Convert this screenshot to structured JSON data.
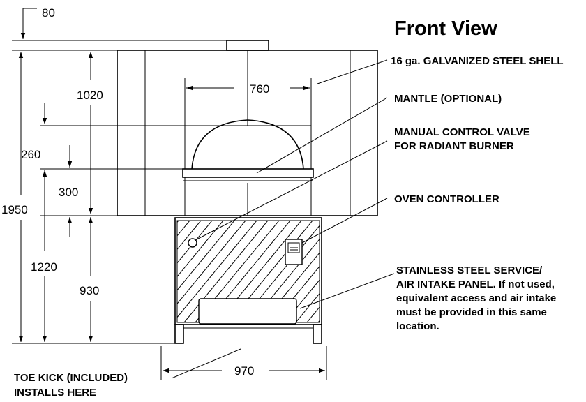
{
  "title": "Front View",
  "dimensions": {
    "top_offset": "80",
    "height_total": "1950",
    "upper_height": "1020",
    "dome_height": "260",
    "opening_height": "300",
    "base_height": "1220",
    "stand_height": "930",
    "opening_width": "760",
    "stand_width": "970"
  },
  "callouts": {
    "shell": "16 ga. GALVANIZED STEEL SHELL",
    "mantle": "MANTLE (OPTIONAL)",
    "valve_line1": "MANUAL CONTROL VALVE",
    "valve_line2": "FOR RADIANT BURNER",
    "controller": "OVEN CONTROLLER",
    "panel_line1": "STAINLESS STEEL SERVICE/",
    "panel_line2": "AIR INTAKE PANEL. If not used,",
    "panel_line3": "equivalent access and air intake",
    "panel_line4": "must be provided in this same",
    "panel_line5": "location.",
    "toekick_line1": "TOE KICK (INCLUDED)",
    "toekick_line2": "INSTALLS HERE"
  }
}
